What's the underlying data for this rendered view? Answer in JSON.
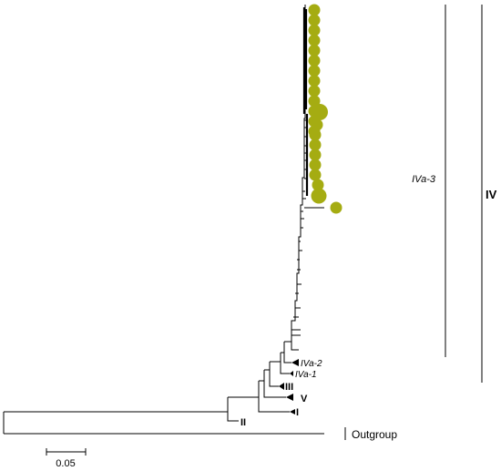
{
  "tree": {
    "clade_labels": {
      "IVa3": "IVa-3",
      "IV": "IV",
      "IVa2": "IVa-2",
      "IVa1": "IVa-1",
      "III": "III",
      "V": "V",
      "I": "I",
      "II": "II",
      "outgroup": "Outgroup"
    },
    "scale_bar": {
      "label": "0.05",
      "value": 0.05
    },
    "highlight_color": "#a5ac12",
    "line_color": "#000000",
    "marked_tips": 20
  }
}
